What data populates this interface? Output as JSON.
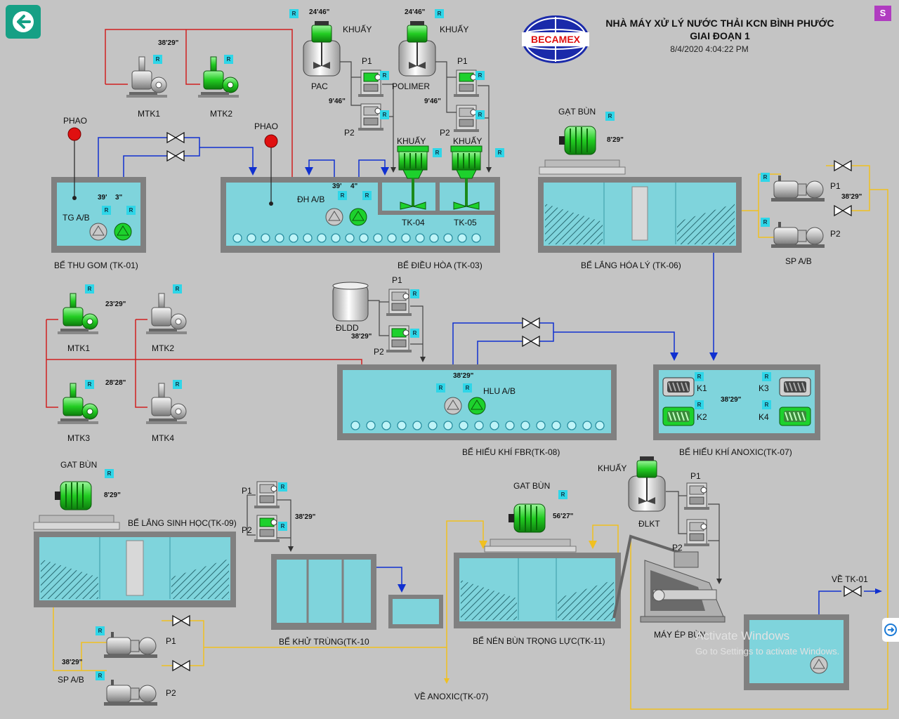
{
  "header": {
    "title_line1": "NHÀ MÁY XỬ LÝ NƯỚC THẢI KCN BÌNH PHƯỚC",
    "title_line2": "GIAI ĐOẠN 1",
    "timestamp": "8/4/2020 4:04:22 PM",
    "logo_text": "BECAMEX",
    "s_button": "S"
  },
  "colors": {
    "tank_water": "#7fd4dc",
    "pump_on": "#1dd12d",
    "pump_off": "#c8c8c8",
    "air_line": "#1030d0",
    "sludge_line": "#d02020",
    "yellow_line": "#f0c020",
    "alarm": "#e01010"
  },
  "tanks": {
    "tk01": "BỂ THU GOM (TK-01)",
    "tk03": "BỂ ĐIỀU HÒA (TK-03)",
    "tk06": "BỂ LẮNG HÓA LÝ (TK-06)",
    "tk08": "BỂ HIẾU KHÍ FBR(TK-08)",
    "tk07": "BỂ HIẾU KHÍ ANOXIC(TK-07)",
    "tk09": "BỂ LẮNG SINH HỌC(TK-09)",
    "tk10": "BỂ KHỬ TRÙNG(TK-10",
    "tk11": "BỂ NÉN BÙN TRỌNG LỰC(TK-11)",
    "press": "MÁY ÉP BÙN",
    "ve_anoxic": "VỀ ANOXIC(TK-07)",
    "ve_tk01": "VỀ TK-01"
  },
  "labels": {
    "phao": "PHAO",
    "tgab": "TG A/B",
    "dhab": "ĐH A/B",
    "tk04": "TK-04",
    "tk05": "TK-05",
    "pac": "PAC",
    "polimer": "POLIMER",
    "khuay": "KHUẤY",
    "p1": "P1",
    "p2": "P2",
    "gat_bun": "GẠT BÙN",
    "gat_bun2": "GAT BÙN",
    "spab": "SP A/B",
    "dldd": "ĐLDD",
    "hluab": "HLU A/B",
    "k1": "K1",
    "k2": "K2",
    "k3": "K3",
    "k4": "K4",
    "dlkt": "ĐLKT",
    "mtk1": "MTK1",
    "mtk2": "MTK2",
    "mtk3": "MTK3",
    "mtk4": "MTK4"
  },
  "timers": {
    "mtk_top": "38'29\"",
    "tk01_a": "39'",
    "tk01_b": "3\"",
    "pac": "24'46\"",
    "polimer": "24'46\"",
    "pac_pump": "9'46\"",
    "pol_pump": "9'46\"",
    "tk03_a": "39'",
    "tk03_b": "4\"",
    "gb06": "8'29\"",
    "sp06": "38'29\"",
    "mtk_12": "23'29\"",
    "mtk_34": "28'28\"",
    "dldd": "38'29\"",
    "tk08": "38'29\"",
    "tk07": "38'29\"",
    "gb09": "8'29\"",
    "tk10": "38'29\"",
    "gb11": "56'27\"",
    "sp09": "38'29\""
  },
  "rbadge": "R",
  "watermark": {
    "line1": "Activate Windows",
    "line2": "Go to Settings to activate Windows."
  }
}
